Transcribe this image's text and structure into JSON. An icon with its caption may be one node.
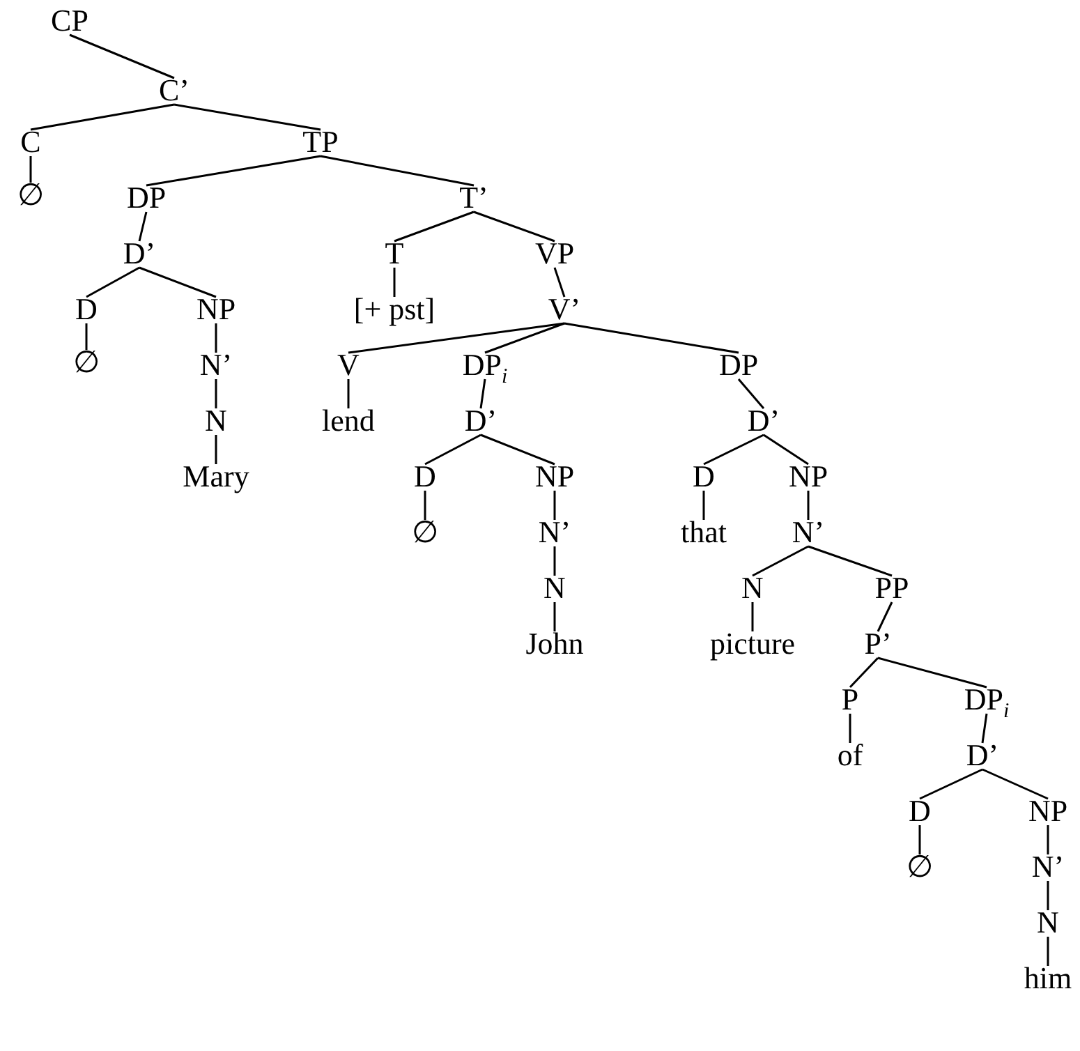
{
  "diagram": {
    "nodes": [
      {
        "text": [
          "CP"
        ]
      },
      {
        "text": [
          "C’"
        ]
      },
      {
        "text": [
          "C"
        ]
      },
      {
        "text": [
          "∅"
        ]
      },
      {
        "text": [
          "TP"
        ]
      },
      {
        "text": [
          "DP"
        ]
      },
      {
        "text": [
          "D’"
        ]
      },
      {
        "text": [
          "D"
        ]
      },
      {
        "text": [
          "∅"
        ]
      },
      {
        "text": [
          "NP"
        ]
      },
      {
        "text": [
          "N’"
        ]
      },
      {
        "text": [
          "N"
        ]
      },
      {
        "text": [
          "Mary"
        ]
      },
      {
        "text": [
          "T’"
        ]
      },
      {
        "text": [
          "T"
        ]
      },
      {
        "text": [
          "[+ pst]"
        ]
      },
      {
        "text": [
          "VP"
        ]
      },
      {
        "text": [
          "V’"
        ]
      },
      {
        "text": [
          "V"
        ]
      },
      {
        "text": [
          "lend"
        ]
      },
      {
        "text": [
          "DP$_{i}$"
        ]
      },
      {
        "text": [
          "D’"
        ]
      },
      {
        "text": [
          "D"
        ]
      },
      {
        "text": [
          "∅"
        ]
      },
      {
        "text": [
          "NP"
        ]
      },
      {
        "text": [
          "N’"
        ]
      },
      {
        "text": [
          "N"
        ]
      },
      {
        "text": [
          "John"
        ]
      },
      {
        "text": [
          "DP"
        ]
      },
      {
        "text": [
          "D’"
        ]
      },
      {
        "text": [
          "D"
        ]
      },
      {
        "text": [
          "that"
        ]
      },
      {
        "text": [
          "NP"
        ]
      },
      {
        "text": [
          "N’"
        ]
      },
      {
        "text": [
          "N"
        ]
      },
      {
        "text": [
          "picture"
        ]
      },
      {
        "text": [
          "PP"
        ]
      },
      {
        "text": [
          "P’"
        ]
      },
      {
        "text": [
          "P"
        ]
      },
      {
        "text": [
          "of"
        ]
      },
      {
        "text": [
          "DP$_{i}$"
        ]
      },
      {
        "text": [
          "D’"
        ]
      },
      {
        "text": [
          "D"
        ]
      },
      {
        "text": [
          "∅"
        ]
      },
      {
        "text": [
          "NP"
        ]
      },
      {
        "text": [
          "N’"
        ]
      },
      {
        "text": [
          "N"
        ]
      },
      {
        "text": [
          "him"
        ]
      }
    ],
    "edges": [
      {
        "from": 0,
        "to": 1,
        "arrow": "none"
      },
      {
        "from": 1,
        "to": 2,
        "arrow": "none"
      },
      {
        "from": 1,
        "to": 4,
        "arrow": "none"
      },
      {
        "from": 2,
        "to": 3,
        "arrow": "none"
      },
      {
        "from": 4,
        "to": 5,
        "arrow": "none"
      },
      {
        "from": 4,
        "to": 13,
        "arrow": "none"
      },
      {
        "from": 5,
        "to": 6,
        "arrow": "none"
      },
      {
        "from": 6,
        "to": 7,
        "arrow": "none"
      },
      {
        "from": 6,
        "to": 9,
        "arrow": "none"
      },
      {
        "from": 7,
        "to": 8,
        "arrow": "none"
      },
      {
        "from": 9,
        "to": 10,
        "arrow": "none"
      },
      {
        "from": 10,
        "to": 11,
        "arrow": "none"
      },
      {
        "from": 11,
        "to": 12,
        "arrow": "none"
      },
      {
        "from": 13,
        "to": 14,
        "arrow": "none"
      },
      {
        "from": 13,
        "to": 16,
        "arrow": "none"
      },
      {
        "from": 14,
        "to": 15,
        "arrow": "none"
      },
      {
        "from": 16,
        "to": 17,
        "arrow": "none"
      },
      {
        "from": 17,
        "to": 18,
        "arrow": "none"
      },
      {
        "from": 17,
        "to": 20,
        "arrow": "none"
      },
      {
        "from": 17,
        "to": 28,
        "arrow": "none"
      },
      {
        "from": 18,
        "to": 19,
        "arrow": "none"
      },
      {
        "from": 20,
        "to": 21,
        "arrow": "none"
      },
      {
        "from": 21,
        "to": 22,
        "arrow": "none"
      },
      {
        "from": 21,
        "to": 24,
        "arrow": "none"
      },
      {
        "from": 22,
        "to": 23,
        "arrow": "none"
      },
      {
        "from": 24,
        "to": 25,
        "arrow": "none"
      },
      {
        "from": 25,
        "to": 26,
        "arrow": "none"
      },
      {
        "from": 26,
        "to": 27,
        "arrow": "none"
      },
      {
        "from": 28,
        "to": 29,
        "arrow": "none"
      },
      {
        "from": 29,
        "to": 30,
        "arrow": "none"
      },
      {
        "from": 29,
        "to": 32,
        "arrow": "none"
      },
      {
        "from": 30,
        "to": 31,
        "arrow": "none"
      },
      {
        "from": 32,
        "to": 33,
        "arrow": "none"
      },
      {
        "from": 33,
        "to": 34,
        "arrow": "none"
      },
      {
        "from": 33,
        "to": 36,
        "arrow": "none"
      },
      {
        "from": 34,
        "to": 35,
        "arrow": "none"
      },
      {
        "from": 36,
        "to": 37,
        "arrow": "none"
      },
      {
        "from": 37,
        "to": 38,
        "arrow": "none"
      },
      {
        "from": 37,
        "to": 40,
        "arrow": "none"
      },
      {
        "from": 38,
        "to": 39,
        "arrow": "none"
      },
      {
        "from": 40,
        "to": 41,
        "arrow": "none"
      },
      {
        "from": 41,
        "to": 42,
        "arrow": "none"
      },
      {
        "from": 41,
        "to": 44,
        "arrow": "none"
      },
      {
        "from": 42,
        "to": 43,
        "arrow": "none"
      },
      {
        "from": 44,
        "to": 45,
        "arrow": "none"
      },
      {
        "from": 45,
        "to": 46,
        "arrow": "none"
      },
      {
        "from": 46,
        "to": 47,
        "arrow": "none"
      }
    ]
  }
}
